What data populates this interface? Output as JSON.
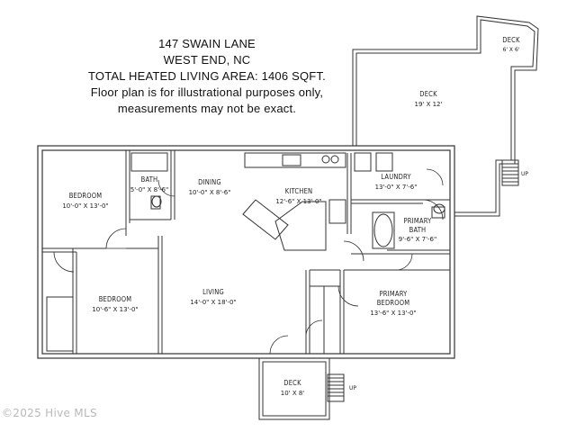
{
  "header": {
    "line1": "147 SWAIN LANE",
    "line2": "WEST END, NC",
    "line3": "TOTAL HEATED LIVING AREA: 1406 SQFT.",
    "line4": "Floor plan is for illustrational purposes only,",
    "line5": "measurements may not be exact."
  },
  "rooms": {
    "deck_upper_small": {
      "name": "DECK",
      "dims": "6' X 6'"
    },
    "deck_upper": {
      "name": "DECK",
      "dims": "19' X 12'"
    },
    "bedroom1": {
      "name": "BEDROOM",
      "dims": "10'-0\" X 13'-0\""
    },
    "bath": {
      "name": "BATH",
      "dims": "5'-0\" X 8'-6\""
    },
    "dining": {
      "name": "DINING",
      "dims": "10'-0\" X 8'-6\""
    },
    "kitchen": {
      "name": "KITCHEN",
      "dims": "12'-6\" X 13'-0\""
    },
    "laundry": {
      "name": "LAUNDRY",
      "dims": "13'-0\" X 7'-6\""
    },
    "primary_bath": {
      "name": "PRIMARY",
      "name2": "BATH",
      "dims": "9'-6\" X 7'-6\""
    },
    "bedroom2": {
      "name": "BEDROOM",
      "dims": "10'-6\" X 13'-0\""
    },
    "living": {
      "name": "LIVING",
      "dims": "14'-0\" X 18'-0\""
    },
    "primary_bedroom": {
      "name": "PRIMARY",
      "name2": "BEDROOM",
      "dims": "13'-6\" X 13'-0\""
    },
    "deck_lower": {
      "name": "DECK",
      "dims": "10' X 8'"
    }
  },
  "labels": {
    "up_right": "UP",
    "up_bottom": "UP"
  },
  "watermark": "©2025 Hive MLS"
}
